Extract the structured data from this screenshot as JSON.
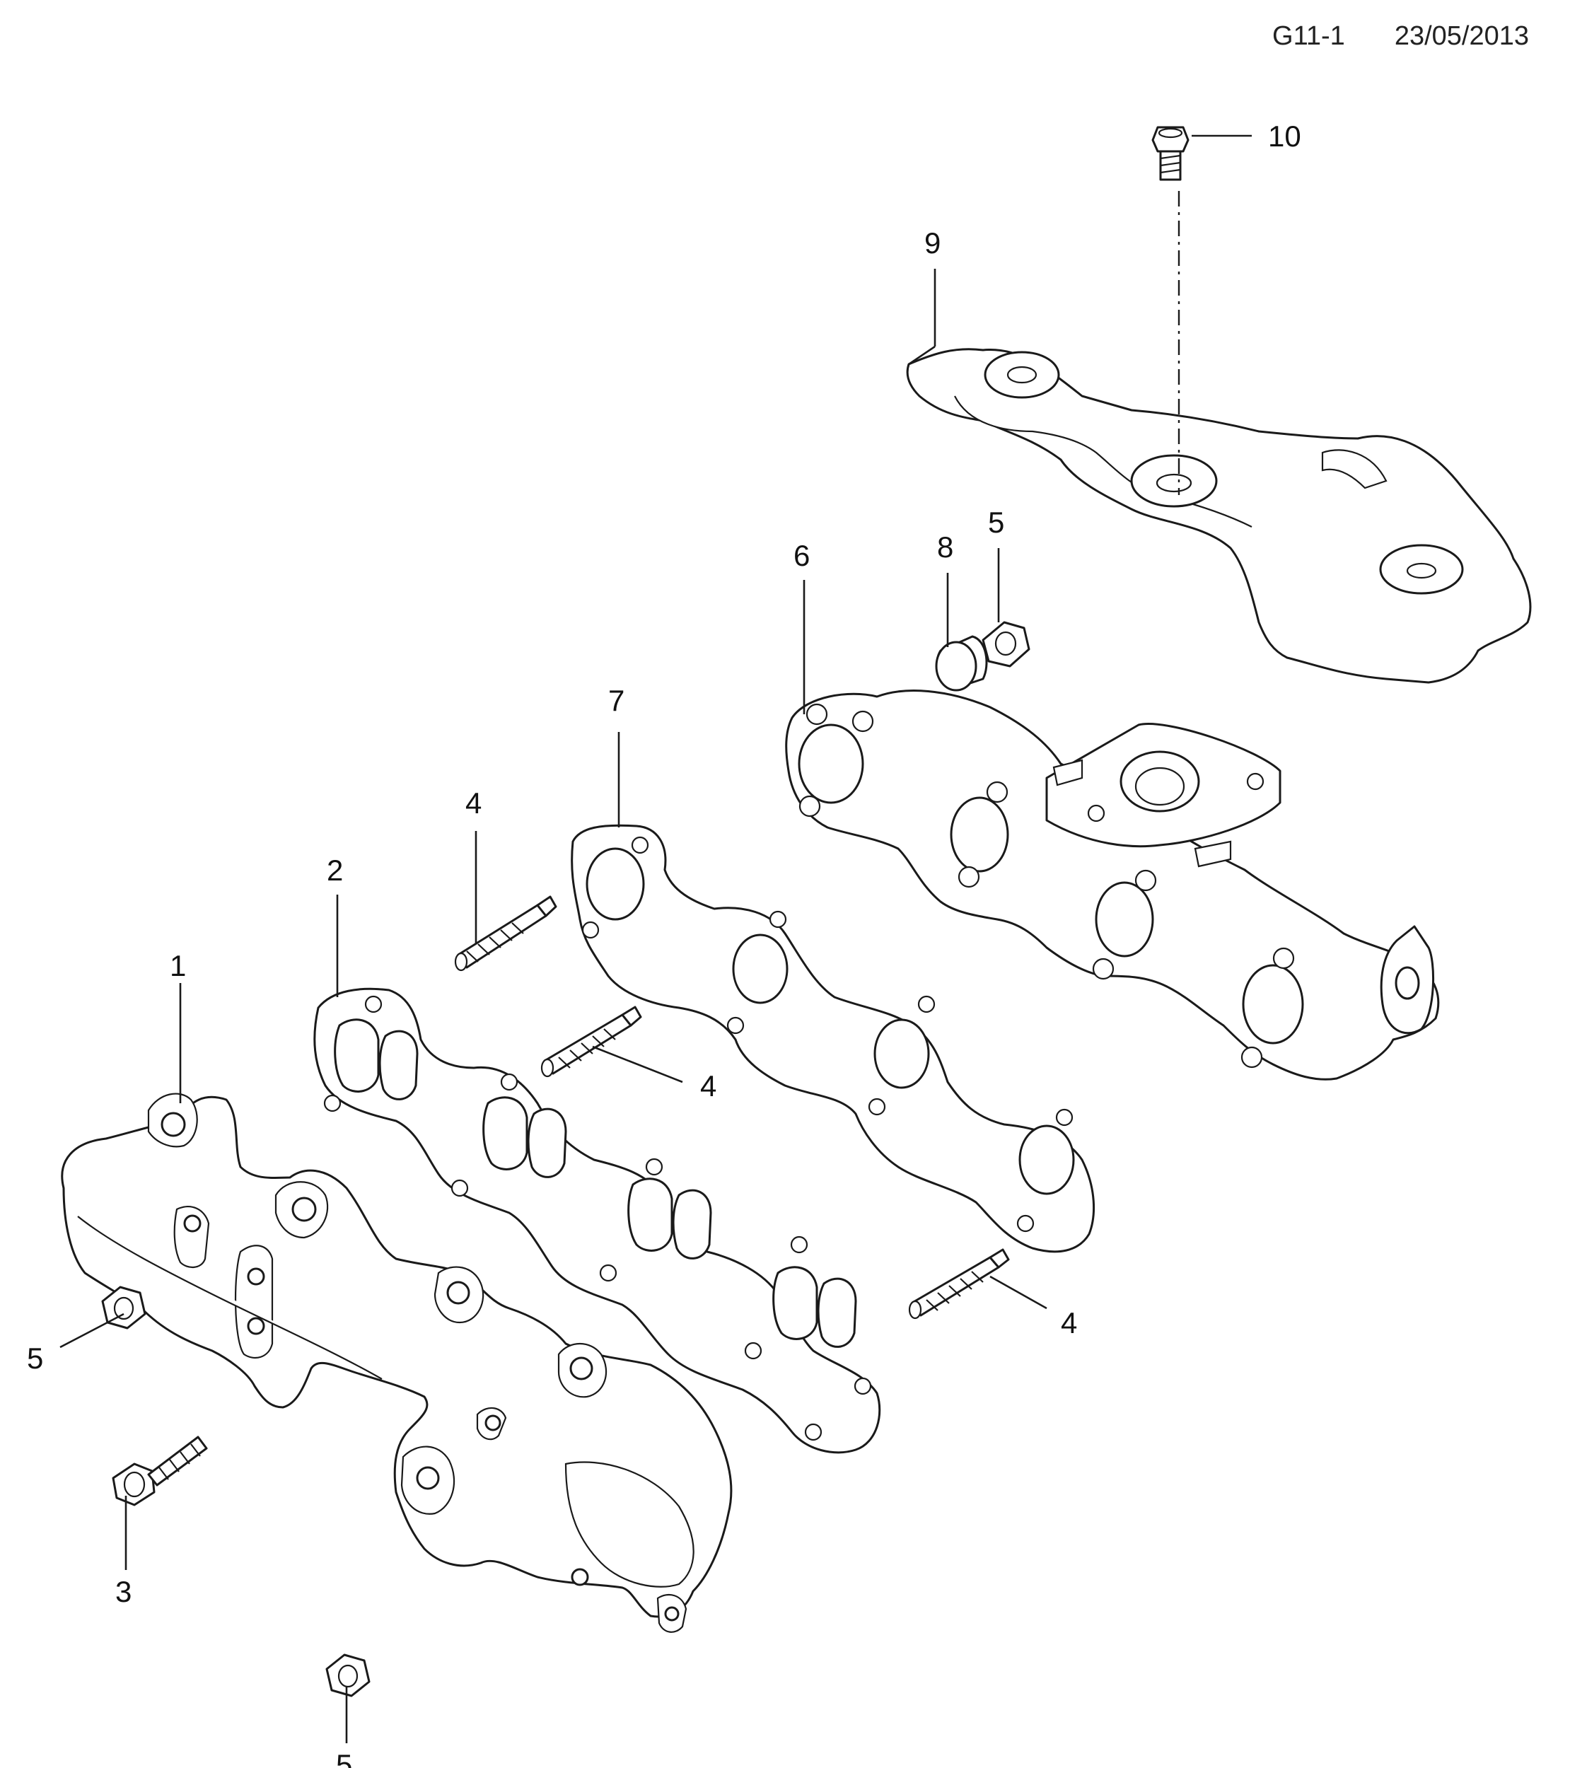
{
  "header": {
    "code": "G11-1",
    "date": "23/05/2013"
  },
  "callouts": {
    "c1": "1",
    "c2": "2",
    "c3": "3",
    "c4a": "4",
    "c4b": "4",
    "c4c": "4",
    "c5a": "5",
    "c5b": "5",
    "c5c": "5",
    "c6": "6",
    "c7": "7",
    "c8": "8",
    "c9": "9",
    "c10": "10"
  }
}
